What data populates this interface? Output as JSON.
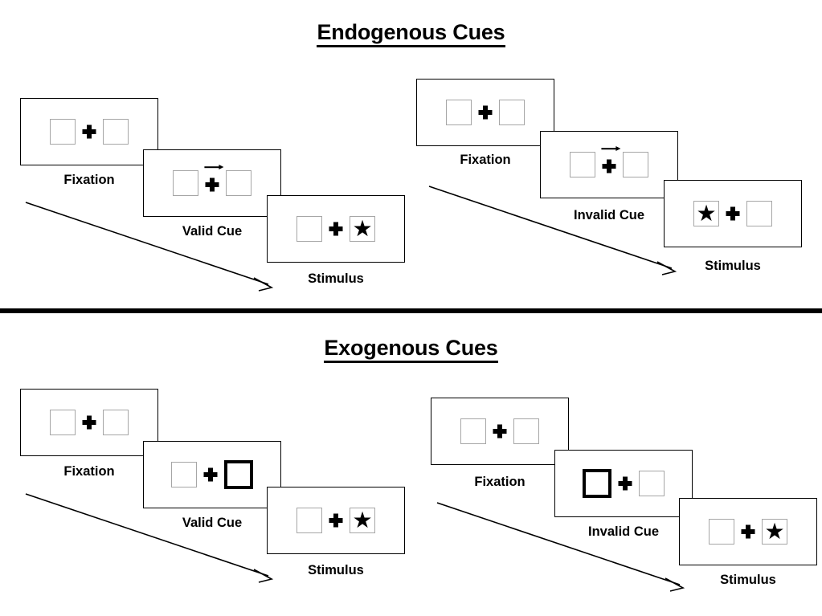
{
  "figure": {
    "title_endogenous": "Endogenous Cues",
    "title_exogenous": "Exogenous Cues"
  },
  "icons": {
    "fixation_cross": "fixation-cross-icon",
    "star": "star-icon",
    "arrow_right": "arrow-right-icon",
    "sequence_arrow": "time-sequence-arrow-icon"
  },
  "colors": {
    "line": "#000000",
    "box_border": "#a6a6a6",
    "cued_box_border": "#000000",
    "background": "#ffffff"
  },
  "sections": [
    {
      "id": "endogenous",
      "title": "Endogenous Cues",
      "conditions": [
        {
          "id": "endogenous-valid",
          "panels": [
            {
              "caption": "Fixation",
              "left_box": "empty",
              "right_box": "empty",
              "center": "cross",
              "cue": "none"
            },
            {
              "caption": "Valid Cue",
              "left_box": "empty",
              "right_box": "empty",
              "center": "cross",
              "cue": "arrow-right"
            },
            {
              "caption": "Stimulus",
              "left_box": "empty",
              "right_box": "star",
              "center": "cross",
              "cue": "none"
            }
          ]
        },
        {
          "id": "endogenous-invalid",
          "panels": [
            {
              "caption": "Fixation",
              "left_box": "empty",
              "right_box": "empty",
              "center": "cross",
              "cue": "none"
            },
            {
              "caption": "Invalid Cue",
              "left_box": "empty",
              "right_box": "empty",
              "center": "cross",
              "cue": "arrow-right"
            },
            {
              "caption": "Stimulus",
              "left_box": "star",
              "right_box": "empty",
              "center": "cross",
              "cue": "none"
            }
          ]
        }
      ]
    },
    {
      "id": "exogenous",
      "title": "Exogenous Cues",
      "conditions": [
        {
          "id": "exogenous-valid",
          "panels": [
            {
              "caption": "Fixation",
              "left_box": "empty",
              "right_box": "empty",
              "center": "cross",
              "cue": "none"
            },
            {
              "caption": "Valid Cue",
              "left_box": "empty",
              "right_box": "highlighted",
              "center": "cross",
              "cue": "box-flash-right"
            },
            {
              "caption": "Stimulus",
              "left_box": "empty",
              "right_box": "star",
              "center": "cross",
              "cue": "none"
            }
          ]
        },
        {
          "id": "exogenous-invalid",
          "panels": [
            {
              "caption": "Fixation",
              "left_box": "empty",
              "right_box": "empty",
              "center": "cross",
              "cue": "none"
            },
            {
              "caption": "Invalid Cue",
              "left_box": "highlighted",
              "right_box": "empty",
              "center": "cross",
              "cue": "box-flash-left"
            },
            {
              "caption": "Stimulus",
              "left_box": "empty",
              "right_box": "star",
              "center": "cross",
              "cue": "none"
            }
          ]
        }
      ]
    }
  ],
  "labels": {
    "s0c0p0": "Fixation",
    "s0c0p1": "Valid Cue",
    "s0c0p2": "Stimulus",
    "s0c1p0": "Fixation",
    "s0c1p1": "Invalid Cue",
    "s0c1p2": "Stimulus",
    "s1c0p0": "Fixation",
    "s1c0p1": "Valid Cue",
    "s1c0p2": "Stimulus",
    "s1c1p0": "Fixation",
    "s1c1p1": "Invalid Cue",
    "s1c1p2": "Stimulus"
  },
  "star_glyph": "★"
}
